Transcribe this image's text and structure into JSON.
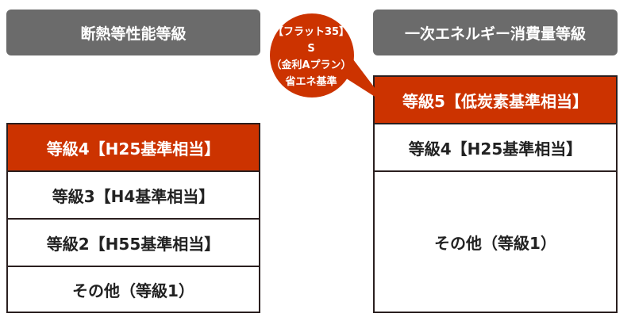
{
  "left": {
    "header": "断熱等性能等級",
    "rows": [
      "等級4【H25基準相当】",
      "等級3【H4基準相当】",
      "等級2【H55基準相当】",
      "その他（等級1）"
    ]
  },
  "right": {
    "header": "一次エネルギー消費量等級",
    "rows": [
      "等級5【低炭素基準相当】",
      "等級4【H25基準相当】",
      "その他（等級1）"
    ]
  },
  "bubble": {
    "lines": [
      "【フラット35】S",
      "（金利Aプラン）",
      "省エネ基準"
    ]
  },
  "colors": {
    "accent": "#cc3300",
    "header": "#6b6b6b"
  }
}
